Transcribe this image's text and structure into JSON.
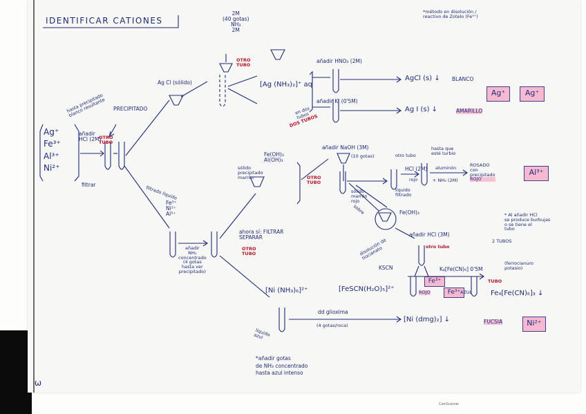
{
  "title": "IDENTIFICAR CATIONES",
  "note_top": [
    "*método en disolución /",
    "reactivo de Zotelo (Fe³⁺)"
  ],
  "cations": [
    "Ag⁺",
    "Fe³⁺",
    "Al³⁺",
    "Ni²⁺"
  ],
  "step1": {
    "hcl": [
      "añadir",
      "HCl (2M)"
    ],
    "hcl_note": [
      "hasta precipitado",
      "blanco resultante"
    ],
    "precipitado": "PRECIPITADO",
    "otro_tubo": [
      "OTRO",
      "TUBO"
    ],
    "filtrar": "filtrar",
    "agcl_solid": "Ag Cl (sólido)"
  },
  "ag_branch": {
    "nh3": [
      "2M",
      "(40 gotas)",
      "NH₃",
      "2M"
    ],
    "otro_tubo": [
      "OTRO",
      "TUBO"
    ],
    "complex": "[Ag (NH₃)₂]⁺ aq",
    "hno3": "añadir HNO₃ (2M)",
    "ki": "añadir KI (0'5M)",
    "en_dos_tubos": [
      "en dos",
      "tubos"
    ],
    "dos_tubos": "DOS TUBOS",
    "agcl_result": "AgCl (s) ↓",
    "blanco": "BLANCO",
    "agi_result": "Ag I (s) ↓",
    "amarillo": "AMARILLO",
    "ag_box1": "Ag⁺",
    "ag_box2": "Ag⁺"
  },
  "fe_al_branch": {
    "filtrado": [
      "filtrado líquido"
    ],
    "ions": [
      "Fe³⁺",
      "Ni²⁺",
      "Al³⁺"
    ],
    "nh3_conc": [
      "añadir",
      "NH₃",
      "concentrado",
      "(4 gotas",
      "hasta ver",
      "precipitado)"
    ],
    "filtrar_separar": [
      "ahora sí: FILTRAR",
      "SEPARAR"
    ],
    "otro_tubo": [
      "OTRO",
      "TUBO"
    ],
    "hydroxides": [
      "Fe(OH)₃",
      "Al(OH)₃"
    ],
    "precip_note": [
      "sólido",
      "precipitado",
      "marrón"
    ],
    "otro_tubo2": [
      "OTRO",
      "TUBO"
    ],
    "naoh": "añadir NaOH (3M)",
    "naoh_gotas": "(10 gotas)",
    "otro_tubo3": "otro tubo",
    "liquido_al": [
      "líquido",
      "filtrado"
    ],
    "hcl2": "HCl (2M)",
    "rojo": "rojo",
    "hasta": [
      "hasta que",
      "esté turbio"
    ],
    "aluminon": "aluminón",
    "nh3_2m": "+ NH₃ (2M)",
    "rosado": [
      "ROSADO",
      "con",
      "precipitado",
      "ROJO"
    ],
    "al_box": "Al³⁺",
    "solido_marron": [
      "sólido",
      "marrón",
      "rojo"
    ],
    "sobre": "sobre",
    "fe_oh3": "Fe(OH)₃",
    "note_aside": [
      "* Al añadir HCl",
      "se produce burbujas",
      "o se tiene el",
      "tubo"
    ],
    "dos_tubos": "2 TUBOS",
    "hcl3m": "añadir HCl (3M)",
    "otro_tubo4": "otro tubo",
    "kscn": "KSCN",
    "k4": "K₄[Fe(CN)₆] 0'5M",
    "k4_note": [
      "(ferrocianuro",
      "potasio)"
    ],
    "fe_box": "Fe³⁺",
    "fe_complex": "[FeSCN(H₂O)₅]²⁺",
    "rojo2": "ROJO",
    "azul": "AZUL",
    "tubo": "TUBO",
    "prussian": "Fe₄[Fe(CN)₆]₃ ↓",
    "disolucion": [
      "disolución de",
      "tiocianato"
    ]
  },
  "ni_branch": {
    "complex": "[Ni (NH₃)₆]²⁺",
    "dmg": "dd glioxima",
    "dmg_note": "(4 gotas/roca)",
    "result": "[Ni (dmg)₂] ↓",
    "fucsia": "FUCSIA",
    "ni_box": "Ni²⁺",
    "liquido_azul": [
      "líquido",
      "azul"
    ],
    "note": [
      "*añadir gotas",
      "de NH₃ concentrado",
      "hasta azul intenso"
    ]
  },
  "page_number": "ω",
  "footer": "CamScanner"
}
